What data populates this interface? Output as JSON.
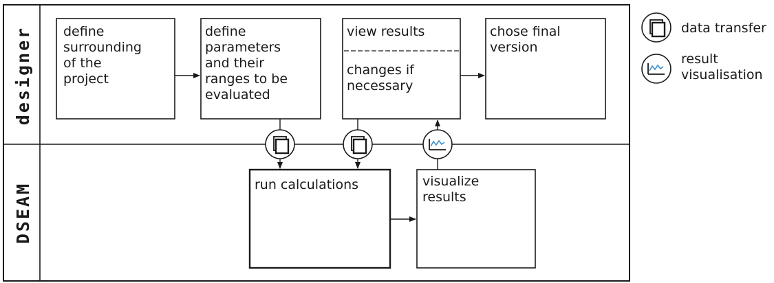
{
  "lanes": {
    "top": "designer",
    "bottom": "DSEAM"
  },
  "steps": {
    "define_surrounding": [
      "define",
      "surrounding",
      "of the",
      "project"
    ],
    "define_parameters": [
      "define",
      "parameters",
      "and their",
      "ranges to be",
      "evaluated"
    ],
    "view_results": [
      "view results"
    ],
    "changes": [
      "changes if",
      "necessary"
    ],
    "chose_final": [
      "chose final",
      "version"
    ],
    "run_calculations": [
      "run calculations"
    ],
    "visualize_results": [
      "visualize",
      "results"
    ]
  },
  "legend": {
    "data_transfer": [
      "data transfer"
    ],
    "result_visualisation": [
      "result",
      "visualisation"
    ]
  },
  "icons": {
    "transfer": "data-transfer-icon",
    "visualisation": "result-visualisation-icon"
  },
  "colors": {
    "stroke": "#1a1a1a",
    "chart_line": "#3a8fd0"
  }
}
